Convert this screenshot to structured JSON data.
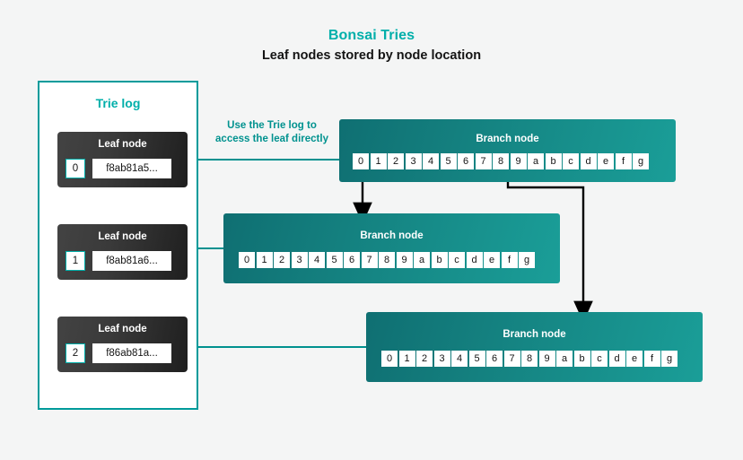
{
  "header": {
    "title": "Bonsai Tries",
    "subtitle": "Leaf nodes stored by node location"
  },
  "colors": {
    "accent_teal": "#00afaa",
    "node_teal_dark": "#0f6f72",
    "node_teal_light": "#1a9e98",
    "leaf_dark": "#333333",
    "background": "#f4f5f5",
    "arrow_black": "#000000"
  },
  "trie_log": {
    "title": "Trie log",
    "leaf_nodes": [
      {
        "label": "Leaf node",
        "index": "0",
        "value": "f8ab81a5..."
      },
      {
        "label": "Leaf node",
        "index": "1",
        "value": "f8ab81a6..."
      },
      {
        "label": "Leaf node",
        "index": "2",
        "value": "f86ab81a..."
      }
    ]
  },
  "annotation": {
    "line1": "Use the Trie log to",
    "line2": "access the leaf directly"
  },
  "branch_nodes": [
    {
      "label": "Branch node",
      "cells": [
        "0",
        "1",
        "2",
        "3",
        "4",
        "5",
        "6",
        "7",
        "8",
        "9",
        "a",
        "b",
        "c",
        "d",
        "e",
        "f",
        "g"
      ]
    },
    {
      "label": "Branch node",
      "cells": [
        "0",
        "1",
        "2",
        "3",
        "4",
        "5",
        "6",
        "7",
        "8",
        "9",
        "a",
        "b",
        "c",
        "d",
        "e",
        "f",
        "g"
      ]
    },
    {
      "label": "Branch node",
      "cells": [
        "0",
        "1",
        "2",
        "3",
        "4",
        "5",
        "6",
        "7",
        "8",
        "9",
        "a",
        "b",
        "c",
        "d",
        "e",
        "f",
        "g"
      ]
    }
  ]
}
